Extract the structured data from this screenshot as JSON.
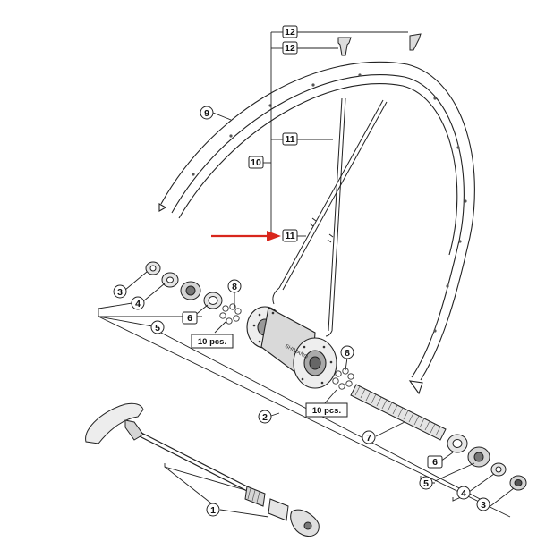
{
  "callouts": {
    "n1": "1",
    "n2": "2",
    "n3a": "3",
    "n3b": "3",
    "n4a": "4",
    "n4b": "4",
    "n5a": "5",
    "n5b": "5",
    "n6a": "6",
    "n6b": "6",
    "n7": "7",
    "n8a": "8",
    "n8b": "8",
    "n9": "9",
    "n10": "10",
    "n11a": "11",
    "n11b": "11",
    "n12a": "12",
    "n12b": "12"
  },
  "quantity_labels": {
    "q1": "10 pcs.",
    "q2": "10 pcs."
  },
  "hub_brand": "SHIMANO",
  "colors": {
    "line": "#222222",
    "arrow": "#d8261c",
    "part_fill": "#e6e6e6",
    "part_dark": "#9a9a9a"
  }
}
